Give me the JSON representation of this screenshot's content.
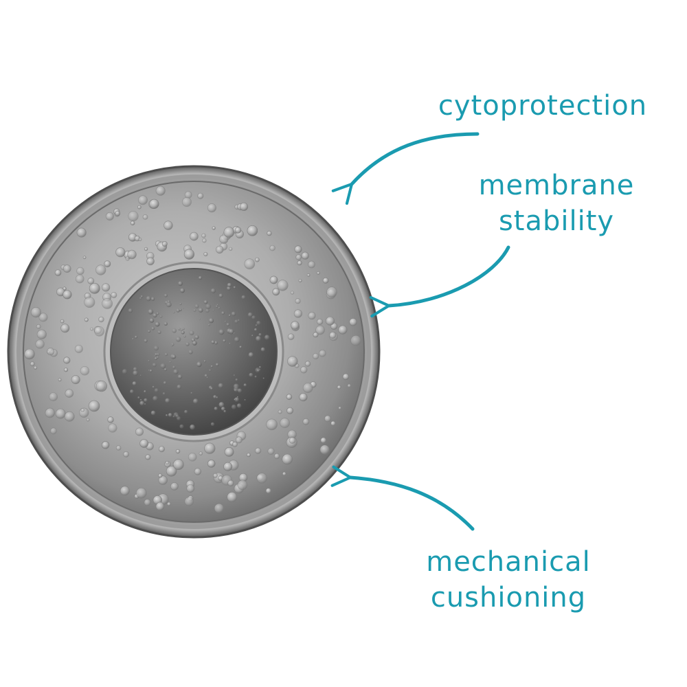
{
  "colors": {
    "annotation": "#1a9bb0",
    "membrane_outer": "#6e6e6e",
    "cytoplasm": "#a9a9a9",
    "nucleus": "#6a6a6a",
    "background": "#ffffff"
  },
  "labels": {
    "cytoprotection": {
      "text": "cytoprotection"
    },
    "membrane_stability": {
      "line1": "membrane",
      "line2": "stability"
    },
    "mechanical_cushioning": {
      "line1": "mechanical",
      "line2": "cushioning"
    }
  }
}
